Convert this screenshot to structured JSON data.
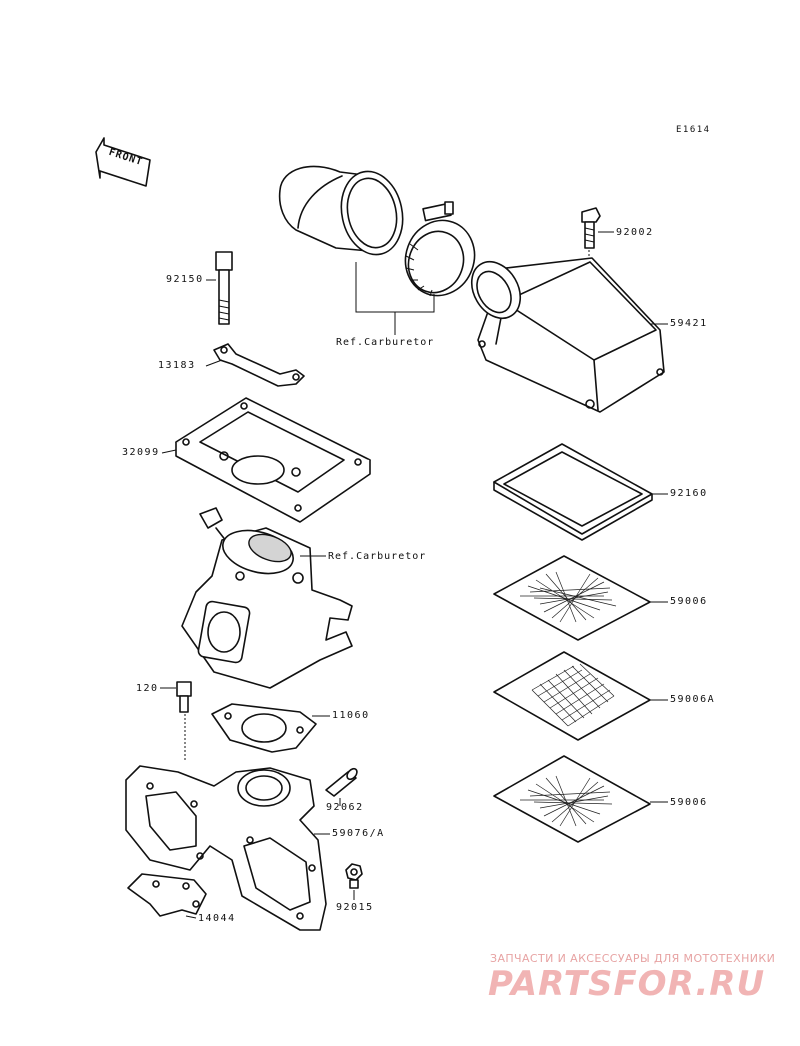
{
  "diagram_code": "E1614",
  "front_label": "FRONT",
  "labels": {
    "p92150": "92150",
    "p13183": "13183",
    "p32099": "32099",
    "ref_carb_top": "Ref.Carburetor",
    "ref_carb_mid": "Ref.Carburetor",
    "p92002": "92002",
    "p59421": "59421",
    "p92160": "92160",
    "p59006_a": "59006",
    "p59006A": "59006A",
    "p59006_b": "59006",
    "p120": "120",
    "p11060": "11060",
    "p92062": "92062",
    "p59076A": "59076/A",
    "p92015": "92015",
    "p14044": "14044"
  },
  "watermark": {
    "tagline": "ЗАПЧАСТИ И АКСЕССУАРЫ ДЛЯ МОТОТЕХНИКИ",
    "logo": "PARTSFOR.RU"
  }
}
